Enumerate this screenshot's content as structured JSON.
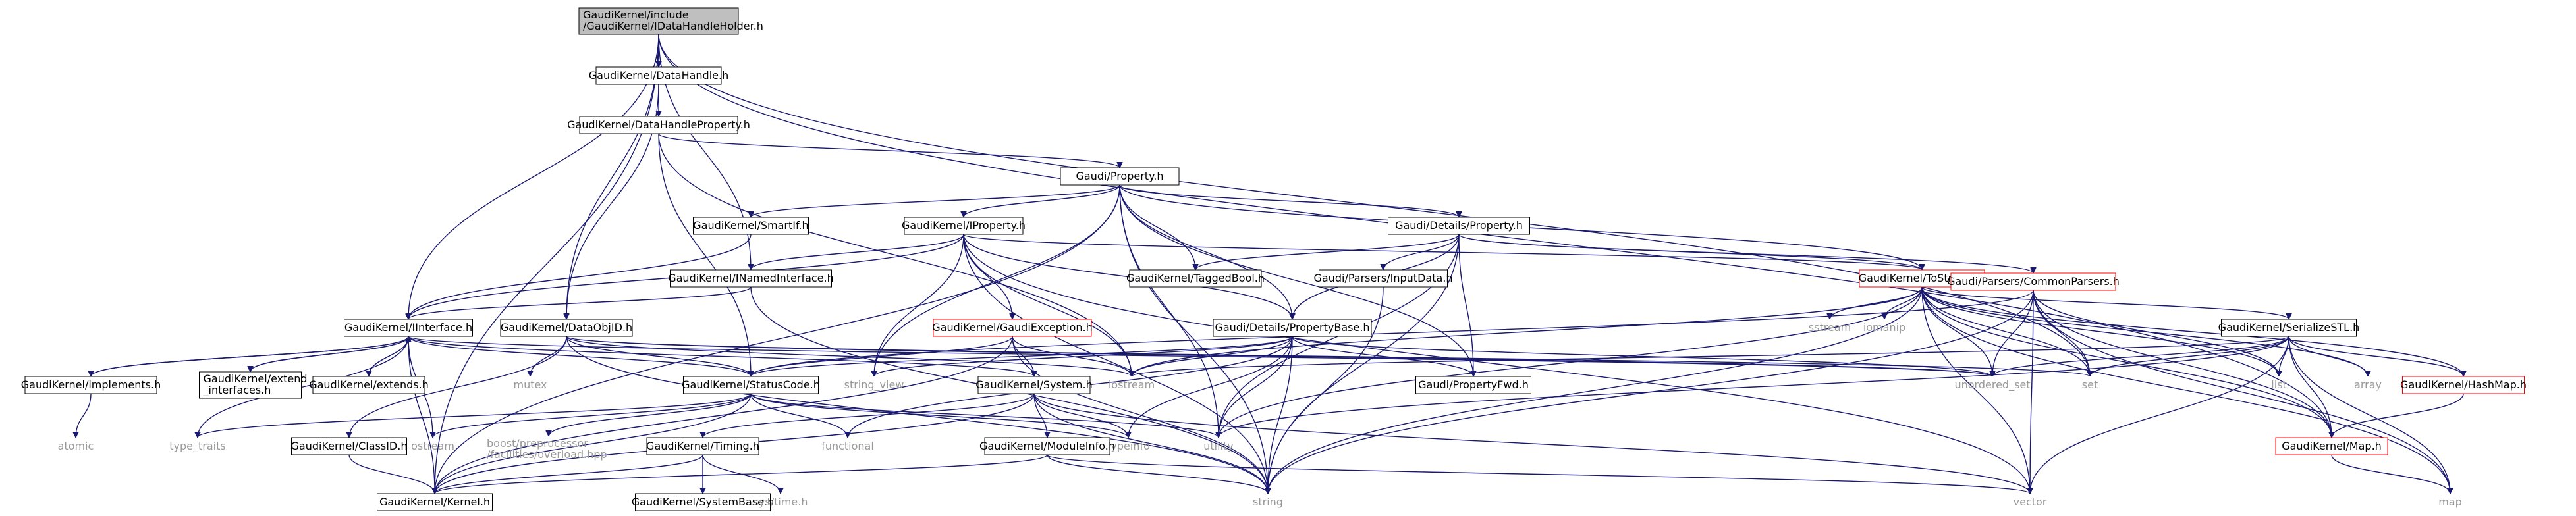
{
  "diagram": {
    "title": "",
    "nodes": [
      {
        "id": "root",
        "label": "GaudiKernel/include\n/GaudiKernel/IDataHandleHolder.h",
        "style": "root"
      },
      {
        "id": "DataHandle",
        "label": "GaudiKernel/DataHandle.h",
        "style": "normal"
      },
      {
        "id": "DataHandleProperty",
        "label": "GaudiKernel/DataHandleProperty.h",
        "style": "normal"
      },
      {
        "id": "Property",
        "label": "Gaudi/Property.h",
        "style": "normal"
      },
      {
        "id": "SmartIf",
        "label": "GaudiKernel/SmartIf.h",
        "style": "normal"
      },
      {
        "id": "IProperty",
        "label": "GaudiKernel/IProperty.h",
        "style": "normal"
      },
      {
        "id": "DetailsProperty",
        "label": "Gaudi/Details/Property.h",
        "style": "normal"
      },
      {
        "id": "TaggedBool",
        "label": "GaudiKernel/TaggedBool.h",
        "style": "normal"
      },
      {
        "id": "InputData",
        "label": "Gaudi/Parsers/InputData.h",
        "style": "normal"
      },
      {
        "id": "ToStream",
        "label": "GaudiKernel/ToStream.h",
        "style": "red"
      },
      {
        "id": "INamedInterface",
        "label": "GaudiKernel/INamedInterface.h",
        "style": "normal"
      },
      {
        "id": "IInterface",
        "label": "GaudiKernel/IInterface.h",
        "style": "normal"
      },
      {
        "id": "DataObjID",
        "label": "GaudiKernel/DataObjID.h",
        "style": "normal"
      },
      {
        "id": "GaudiException",
        "label": "GaudiKernel/GaudiException.h",
        "style": "red"
      },
      {
        "id": "PropertyBase",
        "label": "Gaudi/Details/PropertyBase.h",
        "style": "normal"
      },
      {
        "id": "CommonParsers",
        "label": "Gaudi/Parsers/CommonParsers.h",
        "style": "red"
      },
      {
        "id": "SerializeSTL",
        "label": "GaudiKernel/SerializeSTL.h",
        "style": "normal"
      },
      {
        "id": "sstream",
        "label": "sstream",
        "style": "plain"
      },
      {
        "id": "iomanip",
        "label": "iomanip",
        "style": "plain"
      },
      {
        "id": "implements",
        "label": "GaudiKernel/implements.h",
        "style": "normal"
      },
      {
        "id": "extend_interfaces",
        "label": "GaudiKernel/extend\n_interfaces.h",
        "style": "normal"
      },
      {
        "id": "extends",
        "label": "GaudiKernel/extends.h",
        "style": "normal"
      },
      {
        "id": "mutex",
        "label": "mutex",
        "style": "plain"
      },
      {
        "id": "StatusCode",
        "label": "GaudiKernel/StatusCode.h",
        "style": "normal"
      },
      {
        "id": "string_view",
        "label": "string_view",
        "style": "plain"
      },
      {
        "id": "System",
        "label": "GaudiKernel/System.h",
        "style": "normal"
      },
      {
        "id": "iostream",
        "label": "iostream",
        "style": "plain"
      },
      {
        "id": "PropertyFwd",
        "label": "Gaudi/PropertyFwd.h",
        "style": "normal"
      },
      {
        "id": "unordered_set",
        "label": "unordered_set",
        "style": "plain"
      },
      {
        "id": "set",
        "label": "set",
        "style": "plain"
      },
      {
        "id": "list",
        "label": "list",
        "style": "plain"
      },
      {
        "id": "array",
        "label": "array",
        "style": "plain"
      },
      {
        "id": "HashMap",
        "label": "GaudiKernel/HashMap.h",
        "style": "red"
      },
      {
        "id": "atomic",
        "label": "atomic",
        "style": "plain"
      },
      {
        "id": "type_traits",
        "label": "type_traits",
        "style": "plain"
      },
      {
        "id": "ClassID",
        "label": "GaudiKernel/ClassID.h",
        "style": "normal"
      },
      {
        "id": "ostream",
        "label": "ostream",
        "style": "plain"
      },
      {
        "id": "overload",
        "label": "boost/preprocessor\n/facilities/overload.hpp",
        "style": "plain"
      },
      {
        "id": "functional",
        "label": "functional",
        "style": "plain"
      },
      {
        "id": "typeinfo",
        "label": "typeinfo",
        "style": "plain"
      },
      {
        "id": "Timing",
        "label": "GaudiKernel/Timing.h",
        "style": "normal"
      },
      {
        "id": "ModuleInfo",
        "label": "GaudiKernel/ModuleInfo.h",
        "style": "normal"
      },
      {
        "id": "utility",
        "label": "utility",
        "style": "plain"
      },
      {
        "id": "Map",
        "label": "GaudiKernel/Map.h",
        "style": "red"
      },
      {
        "id": "Kernel",
        "label": "GaudiKernel/Kernel.h",
        "style": "normal"
      },
      {
        "id": "SystemBase",
        "label": "GaudiKernel/SystemBase.h",
        "style": "normal"
      },
      {
        "id": "systime",
        "label": "sys/time.h",
        "style": "plain"
      },
      {
        "id": "stringh",
        "label": "string",
        "style": "plain"
      },
      {
        "id": "vector",
        "label": "vector",
        "style": "plain"
      },
      {
        "id": "map",
        "label": "map",
        "style": "plain"
      }
    ],
    "edges": [
      [
        "root",
        "DataHandle"
      ],
      [
        "root",
        "IInterface"
      ],
      [
        "root",
        "DataObjID"
      ],
      [
        "root",
        "INamedInterface"
      ],
      [
        "root",
        "set"
      ],
      [
        "root",
        "Map"
      ],
      [
        "root",
        "Kernel"
      ],
      [
        "DataHandle",
        "DataHandleProperty"
      ],
      [
        "DataHandle",
        "DataObjID"
      ],
      [
        "DataHandleProperty",
        "Property"
      ],
      [
        "DataHandleProperty",
        "StatusCode"
      ],
      [
        "DataHandleProperty",
        "iostream"
      ],
      [
        "Property",
        "SmartIf"
      ],
      [
        "Property",
        "IProperty"
      ],
      [
        "Property",
        "DetailsProperty"
      ],
      [
        "Property",
        "TaggedBool"
      ],
      [
        "Property",
        "ToStream"
      ],
      [
        "Property",
        "PropertyBase"
      ],
      [
        "Property",
        "PropertyFwd"
      ],
      [
        "Property",
        "string_view"
      ],
      [
        "Property",
        "utility"
      ],
      [
        "Property",
        "stringh"
      ],
      [
        "Property",
        "Kernel"
      ],
      [
        "SmartIf",
        "IInterface"
      ],
      [
        "IProperty",
        "INamedInterface"
      ],
      [
        "IProperty",
        "IInterface"
      ],
      [
        "IProperty",
        "GaudiException"
      ],
      [
        "IProperty",
        "PropertyBase"
      ],
      [
        "IProperty",
        "ToStream"
      ],
      [
        "IProperty",
        "iostream"
      ],
      [
        "IProperty",
        "string_view"
      ],
      [
        "IProperty",
        "stringh"
      ],
      [
        "IProperty",
        "vector"
      ],
      [
        "DetailsProperty",
        "TaggedBool"
      ],
      [
        "DetailsProperty",
        "InputData"
      ],
      [
        "DetailsProperty",
        "ToStream"
      ],
      [
        "DetailsProperty",
        "PropertyBase"
      ],
      [
        "DetailsProperty",
        "CommonParsers"
      ],
      [
        "DetailsProperty",
        "PropertyFwd"
      ],
      [
        "DetailsProperty",
        "utility"
      ],
      [
        "DetailsProperty",
        "stringh"
      ],
      [
        "InputData",
        "stringh"
      ],
      [
        "ToStream",
        "SerializeSTL"
      ],
      [
        "ToStream",
        "sstream"
      ],
      [
        "ToStream",
        "iomanip"
      ],
      [
        "ToStream",
        "iostream"
      ],
      [
        "ToStream",
        "unordered_set"
      ],
      [
        "ToStream",
        "set"
      ],
      [
        "ToStream",
        "list"
      ],
      [
        "ToStream",
        "array"
      ],
      [
        "ToStream",
        "HashMap"
      ],
      [
        "ToStream",
        "Map"
      ],
      [
        "ToStream",
        "stringh"
      ],
      [
        "ToStream",
        "vector"
      ],
      [
        "ToStream",
        "map"
      ],
      [
        "ToStream",
        "utility"
      ],
      [
        "INamedInterface",
        "IInterface"
      ],
      [
        "INamedInterface",
        "stringh"
      ],
      [
        "IInterface",
        "implements"
      ],
      [
        "IInterface",
        "extend_interfaces"
      ],
      [
        "IInterface",
        "extends"
      ],
      [
        "IInterface",
        "StatusCode"
      ],
      [
        "IInterface",
        "System"
      ],
      [
        "IInterface",
        "Kernel"
      ],
      [
        "IInterface",
        "ostream"
      ],
      [
        "IInterface",
        "type_traits"
      ],
      [
        "IInterface",
        "unordered_set"
      ],
      [
        "DataObjID",
        "ClassID"
      ],
      [
        "DataObjID",
        "StatusCode"
      ],
      [
        "DataObjID",
        "mutex"
      ],
      [
        "DataObjID",
        "iostream"
      ],
      [
        "DataObjID",
        "set"
      ],
      [
        "DataObjID",
        "stringh"
      ],
      [
        "DataObjID",
        "unordered_set"
      ],
      [
        "GaudiException",
        "StatusCode"
      ],
      [
        "GaudiException",
        "System"
      ],
      [
        "GaudiException",
        "stringh"
      ],
      [
        "GaudiException",
        "iostream"
      ],
      [
        "GaudiException",
        "Kernel"
      ],
      [
        "PropertyBase",
        "StatusCode"
      ],
      [
        "PropertyBase",
        "PropertyFwd"
      ],
      [
        "PropertyBase",
        "string_view"
      ],
      [
        "PropertyBase",
        "iostream"
      ],
      [
        "PropertyBase",
        "functional"
      ],
      [
        "PropertyBase",
        "typeinfo"
      ],
      [
        "PropertyBase",
        "utility"
      ],
      [
        "PropertyBase",
        "stringh"
      ],
      [
        "PropertyBase",
        "unordered_set"
      ],
      [
        "CommonParsers",
        "StatusCode"
      ],
      [
        "CommonParsers",
        "unordered_set"
      ],
      [
        "CommonParsers",
        "set"
      ],
      [
        "CommonParsers",
        "list"
      ],
      [
        "CommonParsers",
        "Map"
      ],
      [
        "CommonParsers",
        "map"
      ],
      [
        "CommonParsers",
        "vector"
      ],
      [
        "CommonParsers",
        "stringh"
      ],
      [
        "SerializeSTL",
        "unordered_set"
      ],
      [
        "SerializeSTL",
        "set"
      ],
      [
        "SerializeSTL",
        "list"
      ],
      [
        "SerializeSTL",
        "array"
      ],
      [
        "SerializeSTL",
        "HashMap"
      ],
      [
        "SerializeSTL",
        "Map"
      ],
      [
        "SerializeSTL",
        "map"
      ],
      [
        "SerializeSTL",
        "vector"
      ],
      [
        "SerializeSTL",
        "utility"
      ],
      [
        "SerializeSTL",
        "iostream"
      ],
      [
        "HashMap",
        "Map"
      ],
      [
        "implements",
        "IInterface"
      ],
      [
        "implements",
        "atomic"
      ],
      [
        "extend_interfaces",
        "IInterface"
      ],
      [
        "extends",
        "IInterface"
      ],
      [
        "ClassID",
        "Kernel"
      ],
      [
        "StatusCode",
        "Kernel"
      ],
      [
        "StatusCode",
        "ostream"
      ],
      [
        "StatusCode",
        "overload"
      ],
      [
        "StatusCode",
        "functional"
      ],
      [
        "StatusCode",
        "type_traits"
      ],
      [
        "StatusCode",
        "typeinfo"
      ],
      [
        "StatusCode",
        "utility"
      ],
      [
        "System",
        "Timing"
      ],
      [
        "System",
        "ModuleInfo"
      ],
      [
        "System",
        "Kernel"
      ],
      [
        "System",
        "stringh"
      ],
      [
        "System",
        "typeinfo"
      ],
      [
        "System",
        "vector"
      ],
      [
        "Timing",
        "Kernel"
      ],
      [
        "Timing",
        "SystemBase"
      ],
      [
        "Timing",
        "systime"
      ],
      [
        "ModuleInfo",
        "Kernel"
      ],
      [
        "ModuleInfo",
        "stringh"
      ],
      [
        "ModuleInfo",
        "vector"
      ],
      [
        "Map",
        "map"
      ]
    ]
  }
}
